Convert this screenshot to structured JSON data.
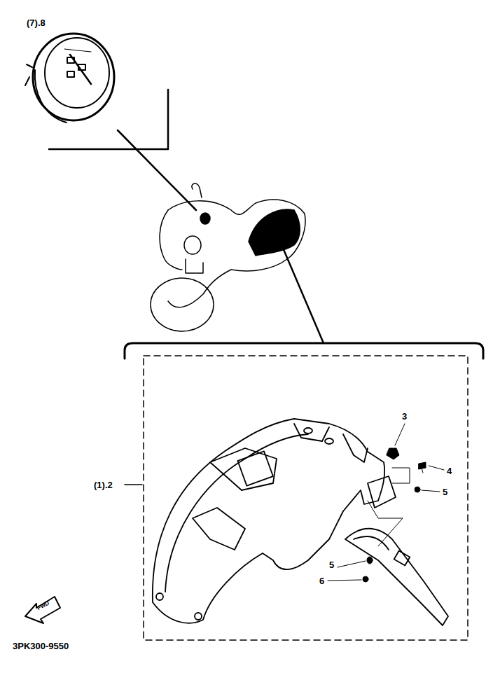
{
  "diagram": {
    "labels": [
      "(7).8",
      "(1).2",
      "3",
      "4",
      "5",
      "5",
      "6",
      "FWD",
      "3PK300-9550"
    ]
  }
}
